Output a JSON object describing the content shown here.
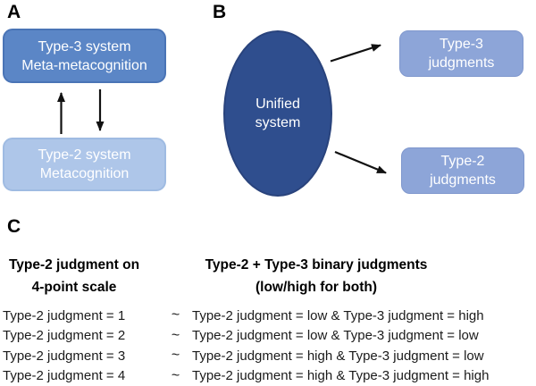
{
  "colors": {
    "background": "#ffffff",
    "box_a_top_fill": "#5b86c6",
    "box_a_top_border": "#4a74b6",
    "box_a_bottom_fill": "#aec6e9",
    "box_a_bottom_border": "#9fbbe2",
    "ellipse_fill": "#2f4e8e",
    "ellipse_border": "#29437c",
    "box_b_fill": "#8da5d8",
    "box_b_border": "#7f97cd",
    "arrow": "#111111",
    "text_light": "#ffffff",
    "text_dark": "#1a1a1a"
  },
  "panelA": {
    "label": "A",
    "top_box": {
      "line1": "Type-3 system",
      "line2": "Meta-metacognition"
    },
    "bottom_box": {
      "line1": "Type-2 system",
      "line2": "Metacognition"
    }
  },
  "panelB": {
    "label": "B",
    "ellipse": {
      "line1": "Unified",
      "line2": "system"
    },
    "top_box": {
      "line1": "Type-3",
      "line2": "judgments"
    },
    "bottom_box": {
      "line1": "Type-2",
      "line2": "judgments"
    }
  },
  "panelC": {
    "label": "C",
    "left_header": {
      "line1": "Type-2 judgment on",
      "line2": "4-point scale"
    },
    "right_header": {
      "line1": "Type-2 + Type-3 binary judgments",
      "line2": "(low/high for both)"
    },
    "rows": [
      {
        "left": "Type-2 judgment = 1",
        "tilde": "~",
        "right": "Type-2 judgment = low & Type-3 judgment = high"
      },
      {
        "left": "Type-2 judgment = 2",
        "tilde": "~",
        "right": "Type-2 judgment = low & Type-3 judgment = low"
      },
      {
        "left": "Type-2 judgment = 3",
        "tilde": "~",
        "right": "Type-2 judgment = high & Type-3 judgment = low"
      },
      {
        "left": "Type-2 judgment = 4",
        "tilde": "~",
        "right": "Type-2 judgment = high & Type-3 judgment = high"
      }
    ]
  }
}
